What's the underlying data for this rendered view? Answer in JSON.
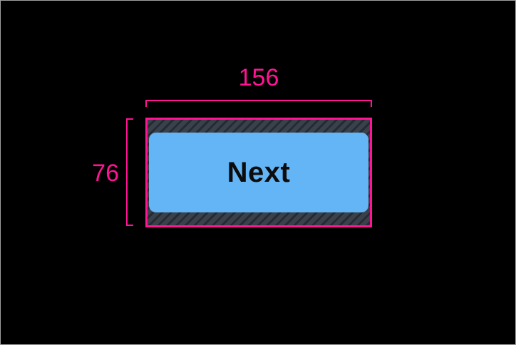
{
  "colors": {
    "background": "#000000",
    "frame_border": "#a0a0a0",
    "dimension_pink": "#FF1493",
    "button_blue": "#64B5F6",
    "button_text": "#0d0d0d",
    "hatch_base": "#3A414B",
    "hatch_stripe": "#252B33"
  },
  "overlay": {
    "width_label": "156",
    "height_label": "76"
  },
  "button": {
    "label": "Next"
  }
}
